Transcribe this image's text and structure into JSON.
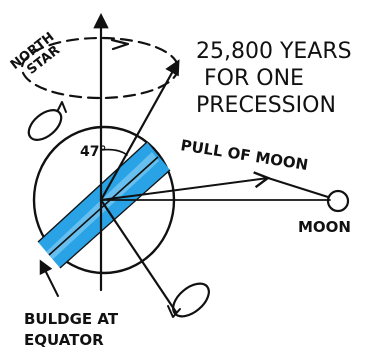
{
  "labels": {
    "north_star": [
      "NORTH",
      "STAR"
    ],
    "precession": [
      "25,800 YEARS",
      "FOR ONE",
      "PRECESSION"
    ],
    "angle": "47°",
    "pull_of_moon": "PULL OF MOON",
    "moon": "MOON",
    "bulge": [
      "BULDGE AT",
      "EQUATOR"
    ]
  },
  "colors": {
    "ink": "#111111",
    "bulge_fill": "#29a3e6",
    "bulge_fill_light": "#7cc8f2",
    "background": "#ffffff"
  }
}
